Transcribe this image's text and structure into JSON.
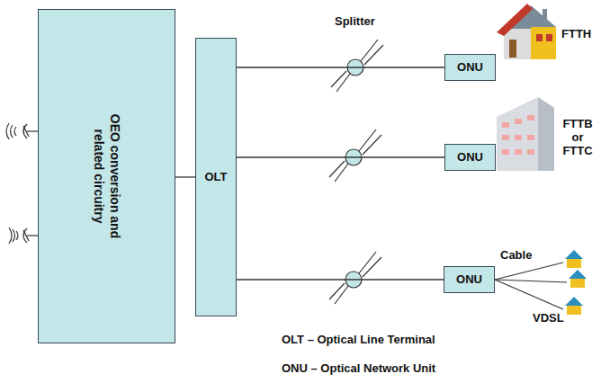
{
  "diagram": {
    "nodes": [
      {
        "text": [
          "OEO conversion and related circuitry"
        ]
      },
      {
        "text": [
          "OLT"
        ]
      },
      {
        "text": [
          "ONU"
        ]
      },
      {
        "text": [
          "ONU"
        ]
      },
      {
        "text": [
          "ONU"
        ]
      }
    ],
    "edges": [
      {
        "from": 0,
        "to": 1,
        "arrow": "none"
      },
      {
        "from": 1,
        "to": 2,
        "arrow": "none"
      },
      {
        "from": 1,
        "to": 3,
        "arrow": "none"
      },
      {
        "from": 1,
        "to": 4,
        "arrow": "none"
      }
    ],
    "labels": [
      "Splitter",
      "FTTH",
      "FTTB or FTTC",
      "Cable",
      "VDSL",
      "OLT – Optical Line Terminal",
      "ONU – Optical Network Unit"
    ]
  }
}
